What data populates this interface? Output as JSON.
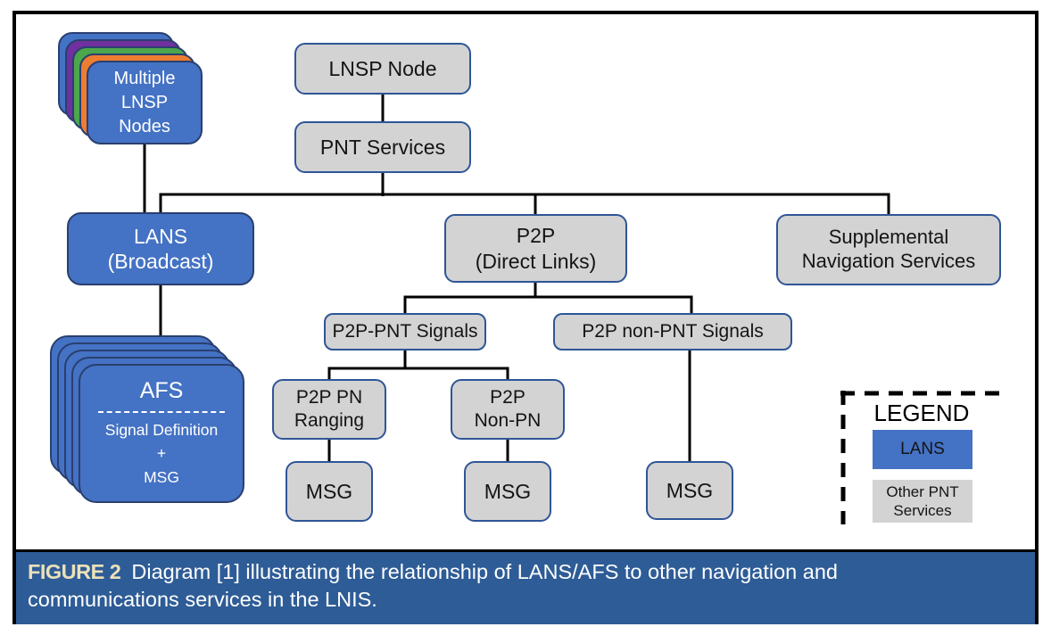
{
  "nodes": {
    "multiple_lnsp": "Multiple\nLNSP\nNodes",
    "lnsp_node": "LNSP Node",
    "pnt_services": "PNT Services",
    "lans": "LANS\n(Broadcast)",
    "afs_title": "AFS",
    "afs_sub": "Signal Definition\n+\nMSG",
    "p2p": "P2P\n(Direct Links)",
    "supplemental": "Supplemental\nNavigation Services",
    "p2p_pnt_signals": "P2P-PNT Signals",
    "p2p_non_pnt_signals": "P2P non-PNT Signals",
    "p2p_pn_ranging": "P2P PN\nRanging",
    "p2p_non_pn": "P2P\nNon-PN",
    "msg1": "MSG",
    "msg2": "MSG",
    "msg3": "MSG"
  },
  "legend": {
    "title": "LEGEND",
    "lans_label": "LANS",
    "other_label": "Other PNT\nServices"
  },
  "caption": {
    "tag": "FIGURE 2",
    "text": "Diagram [1] illustrating the relationship of LANS/AFS to other navigation and communications services in the LNIS."
  },
  "colors": {
    "node_blue": "#4472C4",
    "node_blue_border": "#2A3F6F",
    "node_gray": "#D3D3D3",
    "node_gray_border": "#2F5597",
    "stack_orange": "#ED7D31",
    "stack_green": "#4CA64C",
    "stack_purple": "#7030A0",
    "caption_bg": "#2E5C96",
    "caption_tag": "#EBE1B9",
    "connector": "#000000"
  }
}
